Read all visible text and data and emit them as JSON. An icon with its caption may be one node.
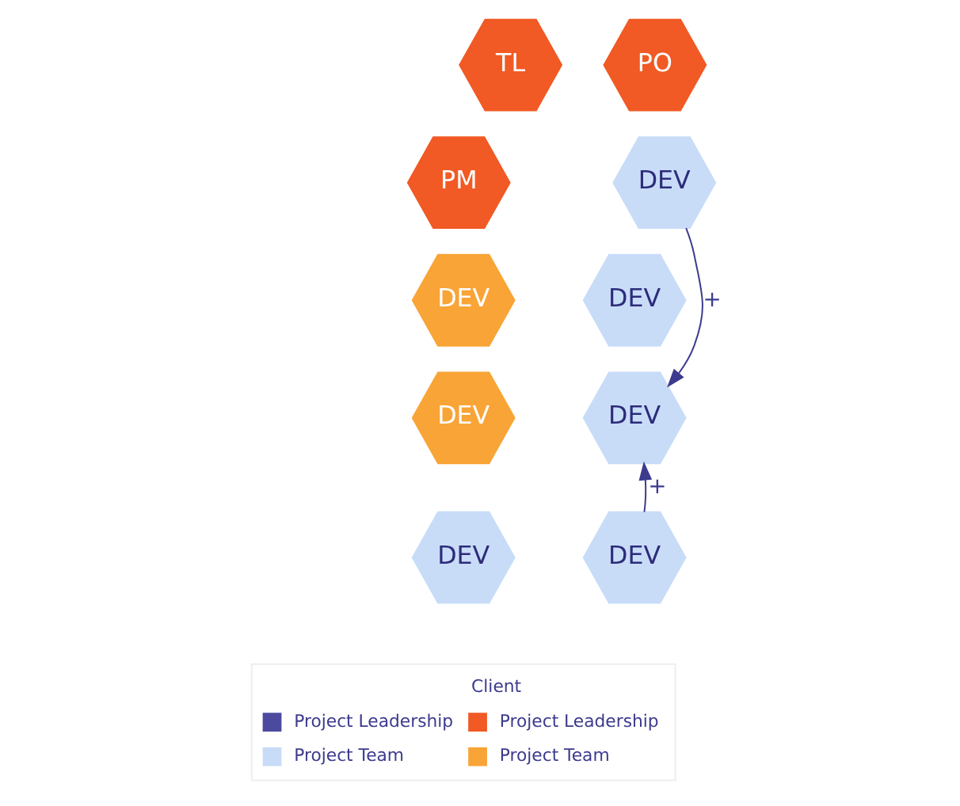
{
  "diagram": {
    "nodes": [
      {
        "text": [
          "TL"
        ]
      },
      {
        "text": [
          "PO"
        ]
      },
      {
        "text": [
          "PM"
        ]
      },
      {
        "text": [
          "DEV"
        ]
      },
      {
        "text": [
          "DEV"
        ]
      },
      {
        "text": [
          "DEV"
        ]
      },
      {
        "text": [
          "DEV"
        ]
      },
      {
        "text": [
          "DEV"
        ]
      },
      {
        "text": [
          "DEV"
        ]
      },
      {
        "text": [
          "DEV"
        ]
      }
    ],
    "edges": [
      {
        "from": 5,
        "to": 7,
        "arrow": "to",
        "label": "+"
      },
      {
        "from": 9,
        "to": 7,
        "arrow": "to",
        "label": "+"
      }
    ],
    "labels": [
      "Client"
    ],
    "legend": [
      {
        "text": "Project Leadership",
        "color": "#4b4a9e"
      },
      {
        "text": "Project Team",
        "color": "#c8dcf8"
      },
      {
        "text": "Project Leadership",
        "color": "#f15a24"
      },
      {
        "text": "Project Team",
        "color": "#f9a436"
      }
    ]
  }
}
